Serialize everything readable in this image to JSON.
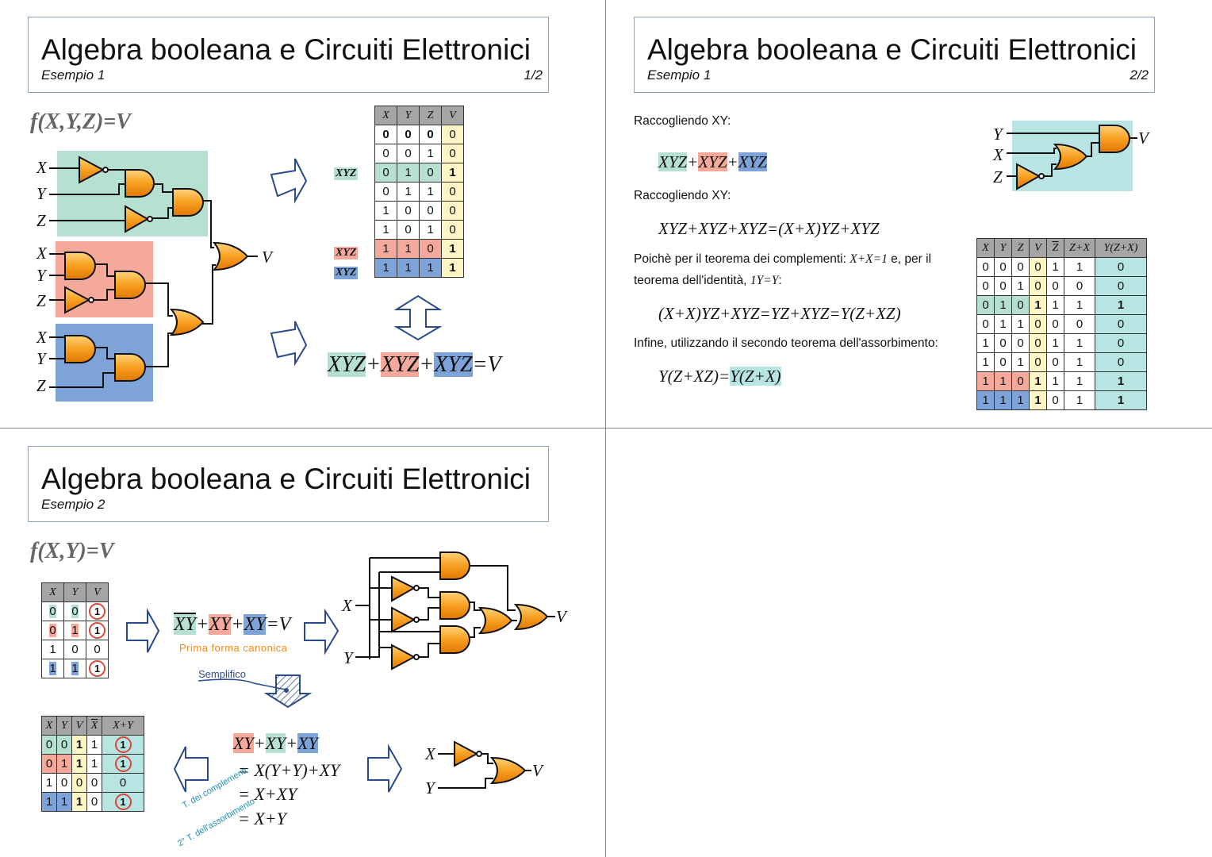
{
  "slides": [
    {
      "title": "Algebra booleana e Circuiti Elettronici",
      "subtitle": "Esempio 1",
      "page": "1/2"
    },
    {
      "title": "Algebra booleana e Circuiti Elettronici",
      "subtitle": "Esempio 1",
      "page": "2/2"
    },
    {
      "title": "Algebra booleana e Circuiti Elettronici",
      "subtitle": "Esempio 2",
      "page": ""
    }
  ],
  "s1": {
    "func": "f(X,Y,Z)=V",
    "inputs": [
      "X",
      "Y",
      "Z",
      "X",
      "Y",
      "Z",
      "X",
      "Y",
      "Z"
    ],
    "output": "V",
    "table_header": [
      "X",
      "Y",
      "Z",
      "V"
    ],
    "table_rows": [
      [
        "0",
        "0",
        "0",
        "0"
      ],
      [
        "0",
        "0",
        "1",
        "0"
      ],
      [
        "0",
        "1",
        "0",
        "1"
      ],
      [
        "0",
        "1",
        "1",
        "0"
      ],
      [
        "1",
        "0",
        "0",
        "0"
      ],
      [
        "1",
        "0",
        "1",
        "0"
      ],
      [
        "1",
        "1",
        "0",
        "1"
      ],
      [
        "1",
        "1",
        "1",
        "1"
      ]
    ],
    "row_labels": {
      "r2": "XYZ",
      "r6": "XYZ",
      "r7": "XYZ"
    },
    "sum_terms": [
      "XYZ",
      "XYZ",
      "XYZ"
    ],
    "sum_result": "=V"
  },
  "s2": {
    "t1": "Raccogliendo XY:",
    "eq1": [
      "XYZ",
      "+",
      "XYZ",
      "+",
      "XYZ"
    ],
    "t2": "Raccogliendo XY:",
    "eq2": "XYZ+XYZ+XYZ=(X+X)YZ+XYZ",
    "t3a": "Poichè per il teorema dei complementi:",
    "t3eq": "X+X=1",
    "t3b": "e, per il",
    "t4a": "teorema dell'identità,",
    "t4eq": "1Y=Y",
    "t4b": ":",
    "eq3": "(X+X)YZ+XYZ=YZ+XYZ=Y(Z+XZ)",
    "t5": "Infine, utilizzando il secondo teorema dell'assorbimento:",
    "eq4a": "Y(Z+XZ)=",
    "eq4b": "Y(Z+X)",
    "circuit_inputs": [
      "Y",
      "X",
      "Z"
    ],
    "circuit_output": "V",
    "table_header": [
      "X",
      "Y",
      "Z",
      "V",
      "Z",
      "Z+X",
      "Y(Z+X)"
    ],
    "table_rows": [
      [
        "0",
        "0",
        "0",
        "0",
        "1",
        "1",
        "0"
      ],
      [
        "0",
        "0",
        "1",
        "0",
        "0",
        "0",
        "0"
      ],
      [
        "0",
        "1",
        "0",
        "1",
        "1",
        "1",
        "1"
      ],
      [
        "0",
        "1",
        "1",
        "0",
        "0",
        "0",
        "0"
      ],
      [
        "1",
        "0",
        "0",
        "0",
        "1",
        "1",
        "0"
      ],
      [
        "1",
        "0",
        "1",
        "0",
        "0",
        "1",
        "0"
      ],
      [
        "1",
        "1",
        "0",
        "1",
        "1",
        "1",
        "1"
      ],
      [
        "1",
        "1",
        "1",
        "1",
        "0",
        "1",
        "1"
      ]
    ]
  },
  "s3": {
    "func": "f(X,Y)=V",
    "t1_header": [
      "X",
      "Y",
      "V"
    ],
    "t1_rows": [
      [
        "0",
        "0",
        "1"
      ],
      [
        "0",
        "1",
        "1"
      ],
      [
        "1",
        "0",
        "0"
      ],
      [
        "1",
        "1",
        "1"
      ]
    ],
    "sum_terms": [
      "XY",
      "XY",
      "XY"
    ],
    "sum_result": "=V",
    "canon_label": "Prima forma canonica",
    "semplifico": "Semplifico",
    "circuit_inputs": [
      "X",
      "Y"
    ],
    "circuit_output": "V",
    "t2_header": [
      "X",
      "Y",
      "V",
      "X",
      "X+Y"
    ],
    "t2_rows": [
      [
        "0",
        "0",
        "1",
        "1",
        "1"
      ],
      [
        "0",
        "1",
        "1",
        "1",
        "1"
      ],
      [
        "1",
        "0",
        "0",
        "0",
        "0"
      ],
      [
        "1",
        "1",
        "1",
        "0",
        "1"
      ]
    ],
    "simp_line1": [
      "XY",
      "+",
      "XY",
      "+",
      "XY"
    ],
    "simp_line2": "= X(Y+Y)+XY",
    "simp_line3": "= X+XY",
    "simp_line4": "= X+Y",
    "note1": "T. dei complementi",
    "note2": "2° T. dell'assorbimento",
    "circuit2_inputs": [
      "X",
      "Y"
    ],
    "circuit2_output": "V"
  },
  "colors": {
    "green": "#b6e0cf",
    "red": "#f4a99b",
    "blue": "#7ea3d8",
    "yellow": "#fdf5c4",
    "cyan": "#b9e4e4",
    "gate": "#f7a020",
    "arrow": "#2a4a8c"
  }
}
